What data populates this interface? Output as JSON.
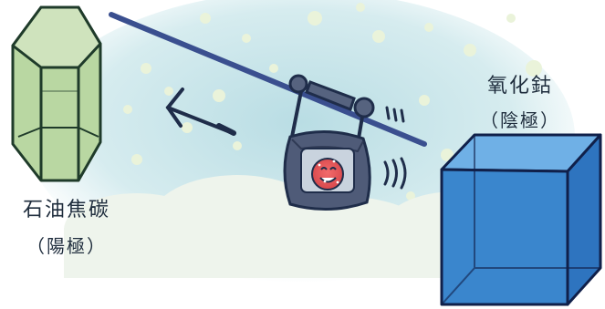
{
  "labels": {
    "anode_material": "石油焦碳",
    "anode_role": "（陽極）",
    "cathode_material": "氧化鈷",
    "cathode_role": "（陰極）"
  },
  "icons": {
    "anode": "green-hexagonal-prism-icon",
    "cathode": "blue-cube-icon",
    "cable_car": "cable-car-with-smiling-passenger-icon",
    "direction": "arrow-pointing-left-icon"
  },
  "colors": {
    "sky": "#cfe7ec",
    "cloud": "#eef4ec",
    "anode_fill": "#b9d7a2",
    "cathode_fill": "#3a86cd",
    "cable_car": "#4f5b78",
    "passenger": "#e8565a",
    "outline": "#1f2d4a"
  }
}
